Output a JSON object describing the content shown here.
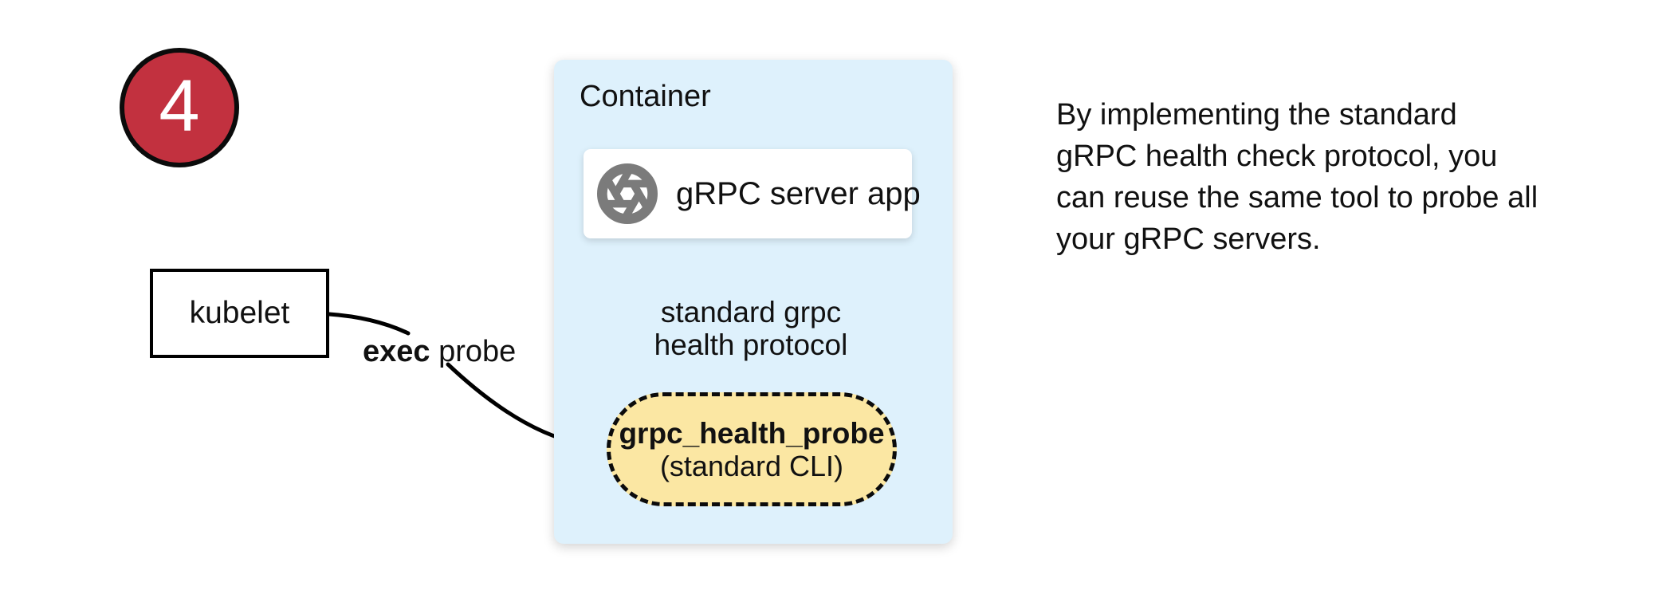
{
  "badge": {
    "number": "4"
  },
  "kubelet": {
    "label": "kubelet"
  },
  "exec_probe": {
    "bold": "exec",
    "rest": " probe"
  },
  "container": {
    "title": "Container",
    "server": {
      "label": "gRPC server app",
      "icon": "aperture-icon"
    },
    "protocol_label": "standard grpc\nhealth protocol",
    "probe": {
      "title": "grpc_health_probe",
      "subtitle": "(standard CLI)"
    }
  },
  "caption": "By implementing the standard\ngRPC health check protocol, you\ncan reuse the same tool to probe all\nyour gRPC servers.",
  "colors": {
    "red": "#C2313F",
    "container_blue": "#DEF1FC",
    "probe_yellow": "#FBE7A3",
    "icon_gray": "#7B7B7B",
    "line_black": "#000000"
  }
}
